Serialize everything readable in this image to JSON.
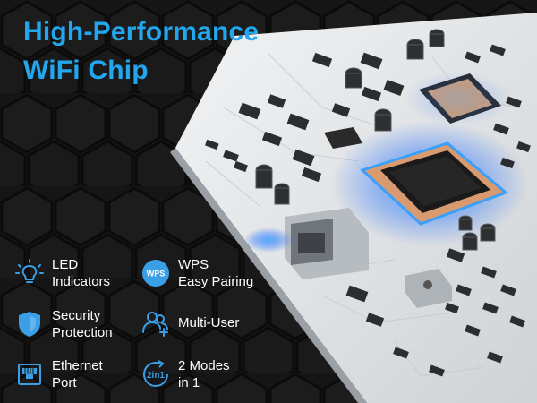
{
  "title": {
    "line1": "High-Performance",
    "line2": "WiFi Chip"
  },
  "features": [
    {
      "icon": "led-bulb-icon",
      "line1": "LED",
      "line2": "Indicators"
    },
    {
      "icon": "wps-icon",
      "icon_text": "WPS",
      "line1": "WPS",
      "line2": "Easy Pairing"
    },
    {
      "icon": "shield-icon",
      "line1": "Security",
      "line2": "Protection"
    },
    {
      "icon": "multi-user-icon",
      "line1": "Multi-User",
      "line2": ""
    },
    {
      "icon": "ethernet-port-icon",
      "line1": "Ethernet",
      "line2": "Port"
    },
    {
      "icon": "two-in-one-icon",
      "icon_text": "2in1",
      "line1": "2 Modes",
      "line2": "in 1"
    }
  ],
  "colors": {
    "accent": "#22a6ee",
    "icon_blue": "#3a9fe6",
    "background": "#141414",
    "board": "#e6e8ea",
    "glow": "#2e7bff"
  }
}
